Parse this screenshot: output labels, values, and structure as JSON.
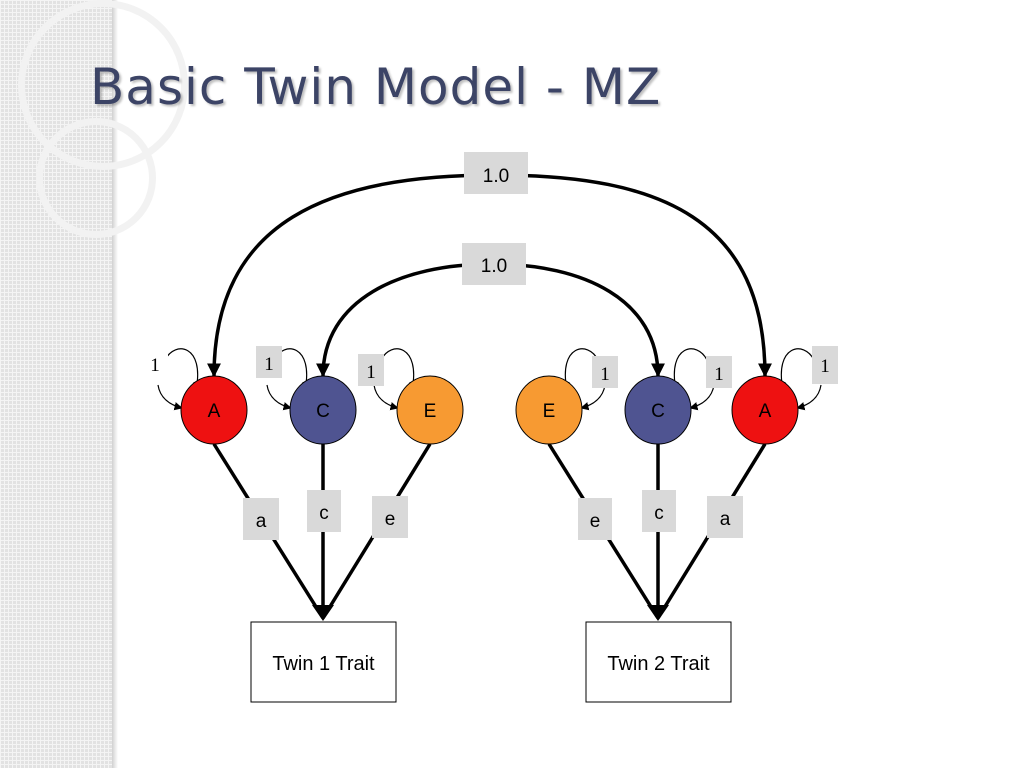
{
  "title": "Basic Twin Model - MZ",
  "colors": {
    "A": "#ee1111",
    "C": "#4f5491",
    "E": "#f79a32",
    "line": "#000000",
    "label_bg": "#d9d9d9"
  },
  "twin1": {
    "latents": [
      "A",
      "C",
      "E"
    ],
    "paths": [
      "a",
      "c",
      "e"
    ],
    "variances": [
      "1",
      "1",
      "1"
    ],
    "trait": "Twin 1 Trait"
  },
  "twin2": {
    "latents": [
      "E",
      "C",
      "A"
    ],
    "paths": [
      "e",
      "c",
      "a"
    ],
    "variances": [
      "1",
      "1",
      "1"
    ],
    "trait": "Twin 2 Trait"
  },
  "correlations": {
    "A": "1.0",
    "C": "1.0"
  }
}
